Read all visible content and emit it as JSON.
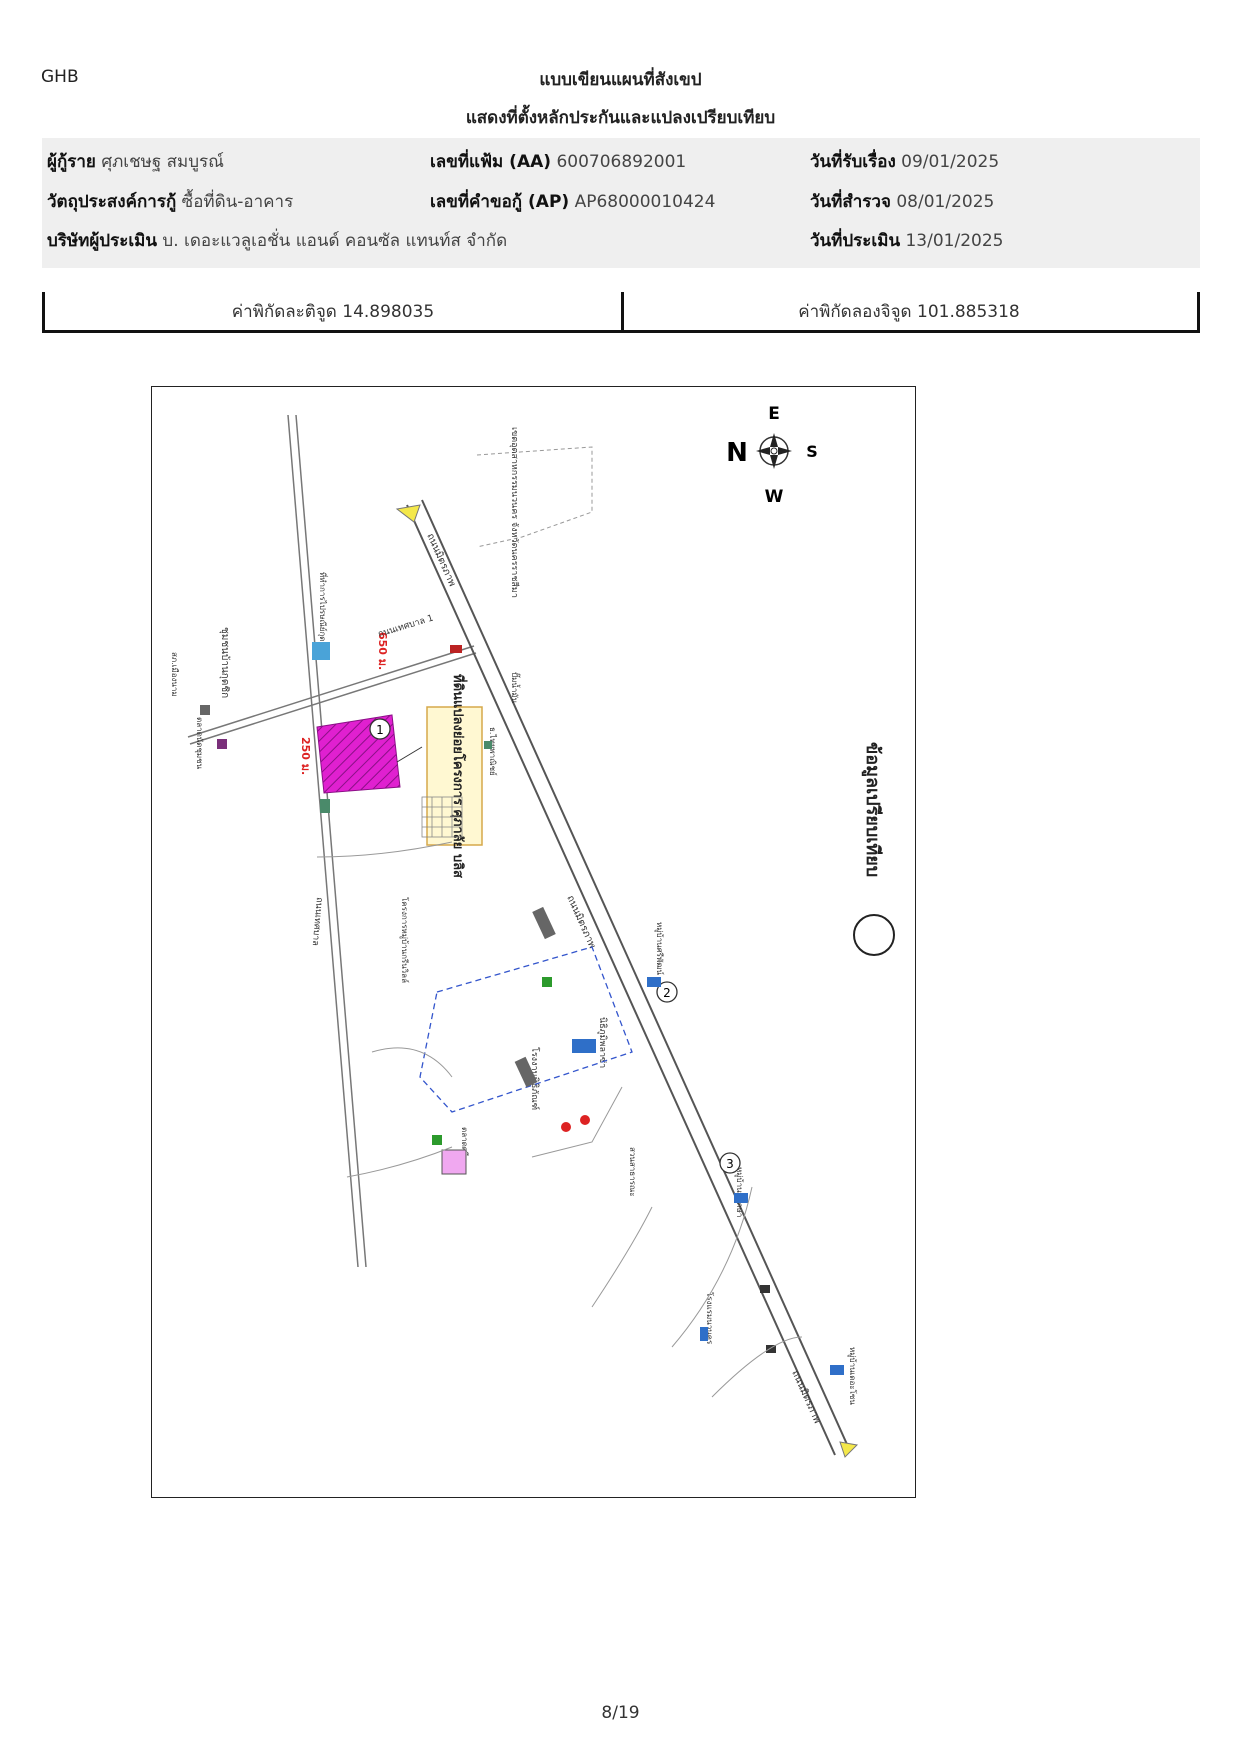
{
  "header": {
    "brand": "GHB",
    "title_line1": "แบบเขียนแผนที่สังเขป",
    "title_line2": "แสดงที่ตั้งหลักประกันและแปลงเปรียบเทียบ"
  },
  "info": {
    "borrower_label": "ผู้กู้ราย",
    "borrower_value": "ศุภเชษฐ สมบูรณ์",
    "file_no_label": "เลขที่แฟ้ม (AA)",
    "file_no_value": "600706892001",
    "received_label": "วันที่รับเรื่อง",
    "received_value": "09/01/2025",
    "purpose_label": "วัตถุประสงค์การกู้",
    "purpose_value": "ซื้อที่ดิน-อาคาร",
    "app_no_label": "เลขที่คำขอกู้ (AP)",
    "app_no_value": "AP68000010424",
    "survey_label": "วันที่สำรวจ",
    "survey_value": "08/01/2025",
    "appraiser_label": "บริษัทผู้ประเมิน",
    "appraiser_value": "บ. เดอะแวลูเอชั่น แอนด์ คอนซัล แทนท์ส จำกัด",
    "appraised_label": "วันที่ประเมิน",
    "appraised_value": "13/01/2025"
  },
  "coords": {
    "lat_text": "ค่าพิกัดละติจูด 14.898035",
    "lon_text": "ค่าพิกัดลองจิจูด 101.885318"
  },
  "map": {
    "compass_e": "E",
    "compass_n": "N",
    "compass_s": "S",
    "compass_w": "W",
    "dist_650": "650 ม.",
    "dist_250": "250 ม.",
    "road_main_top": "ถนนมิตรภาพ",
    "road_main_mid": "ถนนมิตรภาพ",
    "road_main_bottom": "ถนนมิตรภาพ",
    "side_road": "ถนนเทศบาล 1",
    "left_road": "ถนนเทศบาล",
    "subject_callout": "ที่ดินแปลงย่อยโครงการ ศุภาลัย บลิส",
    "subject_number": "1",
    "comp_2": "2",
    "comp_3": "3",
    "legend_label": "ข้อมูลเปรียบเทียบ",
    "top_right_label": "เขตอุตสาหกรรมนวนคร จังหวัดนครราชสีมา",
    "left_label_1": "ชุมชนบ้านกุดชิก",
    "left_label_2": "ตลาดนัดชุมชน",
    "left_label_3": "สภ.เมืองนาม",
    "label_station_1": "ที่ทำการไปรษณีย์กุดชิก",
    "label_fuel": "ปั๊มน้ำมัน",
    "label_bank": "ธ.ไทยพาณิชย์",
    "label_village_a": "หมู่บ้านศรีพัฒน์",
    "label_factory": "โรงงานนิธิภัณฑ์",
    "label_condo": "นิธิภูมิพลาซ่า",
    "label_park": "สวนสาธารณะ",
    "label_village_b": "หมู่บ้านพฤกษา",
    "label_market": "ตลาดศรีนคร",
    "label_hotel": "โรงแรมนวนคร",
    "label_village_c": "หมู่บ้านเดอะโซน",
    "label_estate": "โครงการหมู่บ้านกรีนวิลล์"
  },
  "footer": {
    "page": "8/19"
  }
}
